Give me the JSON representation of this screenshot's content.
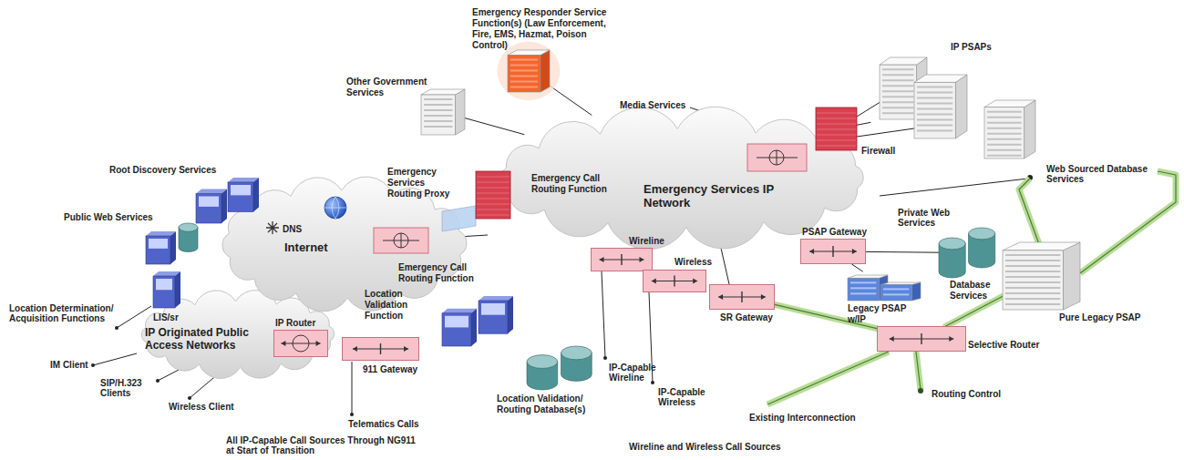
{
  "diagram": {
    "nodes": [
      {
        "text": [
          "IP Originated Public Access Networks"
        ]
      },
      {
        "text": [
          "Internet"
        ]
      },
      {
        "text": [
          "Emergency Services IP Network"
        ]
      },
      {
        "text": [
          "Emergency Responder Service Function(s) (Law Enforcement, Fire, EMS, Hazmat, Poison Control)"
        ]
      },
      {
        "text": [
          "Other Government Services"
        ]
      },
      {
        "text": [
          "IP PSAPs"
        ]
      },
      {
        "text": [
          "Firewall"
        ]
      },
      {
        "text": [
          "Emergency Services Routing Proxy",
          "Emergency Call Routing Function"
        ]
      },
      {
        "text": [
          "IP Router"
        ]
      },
      {
        "text": [
          "911 Gateway"
        ]
      },
      {
        "text": [
          "Wireline"
        ]
      },
      {
        "text": [
          "Wireless"
        ]
      },
      {
        "text": [
          "SR Gateway"
        ]
      },
      {
        "text": [
          "PSAP Gateway"
        ]
      },
      {
        "text": [
          "Legacy PSAP w/IP"
        ]
      },
      {
        "text": [
          "Database Services"
        ]
      },
      {
        "text": [
          "Pure Legacy PSAP"
        ]
      },
      {
        "text": [
          "Selective Router"
        ]
      },
      {
        "text": [
          "Emergency Call Routing Function",
          "Location Validation Function"
        ]
      },
      {
        "text": [
          "Location Validation/ Routing Database(s)"
        ]
      },
      {
        "text": [
          "Root Discovery Services"
        ]
      },
      {
        "text": [
          "Public Web Services"
        ]
      },
      {
        "text": [
          "LIS/sr"
        ]
      }
    ],
    "edges": [
      {
        "from": 4,
        "to": 2,
        "arrow": "none"
      },
      {
        "from": 3,
        "to": 2,
        "arrow": "none"
      },
      {
        "from": 6,
        "to": 5,
        "arrow": "none"
      },
      {
        "from": 13,
        "to": 14,
        "arrow": "none"
      },
      {
        "from": 12,
        "to": 17,
        "arrow": "none"
      },
      {
        "from": 17,
        "to": 16,
        "arrow": "none"
      },
      {
        "from": 13,
        "to": 15,
        "arrow": "none"
      }
    ],
    "labels": [
      "Media Services",
      "DNS",
      "Location Determination/ Acquisition Functions",
      "IM Client",
      "SIP/H.323 Clients",
      "Wireless Client",
      "Telematics Calls",
      "IP-Capable Wireline",
      "IP-Capable Wireless",
      "Routing Control",
      "Existing Interconnection",
      "Web Sourced Database Services",
      "Private Web Services",
      "All IP-Capable Call Sources Through NG911 at Start of Transition",
      "Wireline and Wireless Call Sources"
    ]
  }
}
